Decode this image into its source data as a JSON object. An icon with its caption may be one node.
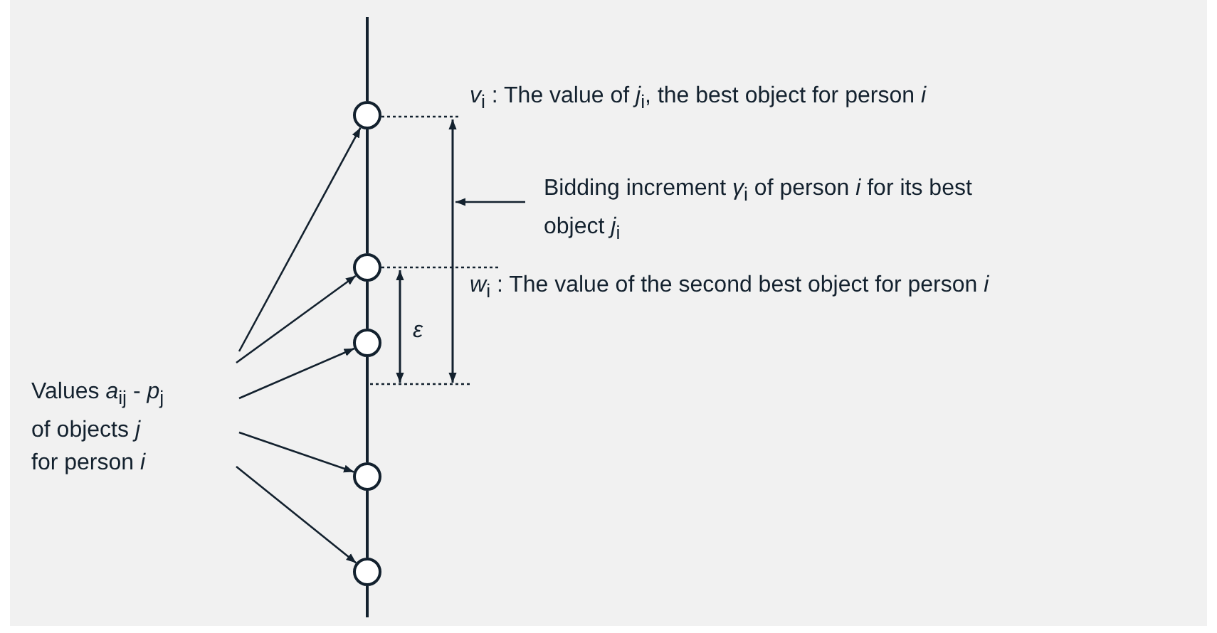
{
  "diagram": {
    "nodes": [
      {
        "text": [
          "Values *a*$_{ij}$ - *p*$_{j}$ of objects *j* for person *i*"
        ]
      },
      {
        "text": [],
        "shape": "circle"
      },
      {
        "text": [],
        "shape": "circle"
      },
      {
        "text": [],
        "shape": "circle"
      },
      {
        "text": [],
        "shape": "circle"
      },
      {
        "text": [],
        "shape": "circle"
      },
      {
        "text": [
          "Bidding increment *γ*$_{i}$ of person *i* for its best object *j*$_{i}$"
        ]
      }
    ],
    "edges": [
      {
        "from": 0,
        "to": 1,
        "arrow": "to"
      },
      {
        "from": 0,
        "to": 2,
        "arrow": "to"
      },
      {
        "from": 0,
        "to": 3,
        "arrow": "to"
      },
      {
        "from": 0,
        "to": 4,
        "arrow": "to"
      },
      {
        "from": 0,
        "to": 5,
        "arrow": "to"
      },
      {
        "from": 6,
        "to": null,
        "arrow": "to"
      },
      {
        "from": null,
        "to": 1,
        "arrow": "none"
      },
      {
        "from": 1,
        "to": 2,
        "arrow": "none"
      },
      {
        "from": 2,
        "to": 3,
        "arrow": "none"
      },
      {
        "from": 3,
        "to": 4,
        "arrow": "none"
      },
      {
        "from": 4,
        "to": 5,
        "arrow": "none"
      },
      {
        "from": 5,
        "to": null,
        "arrow": "none"
      }
    ],
    "labels": [
      "*v*$_{i}$  : The value of *j*$_{i}$, the best object for person *i*",
      "*w*$_{i}$  : The value of the second best object for person *i*",
      "*ε*"
    ]
  }
}
